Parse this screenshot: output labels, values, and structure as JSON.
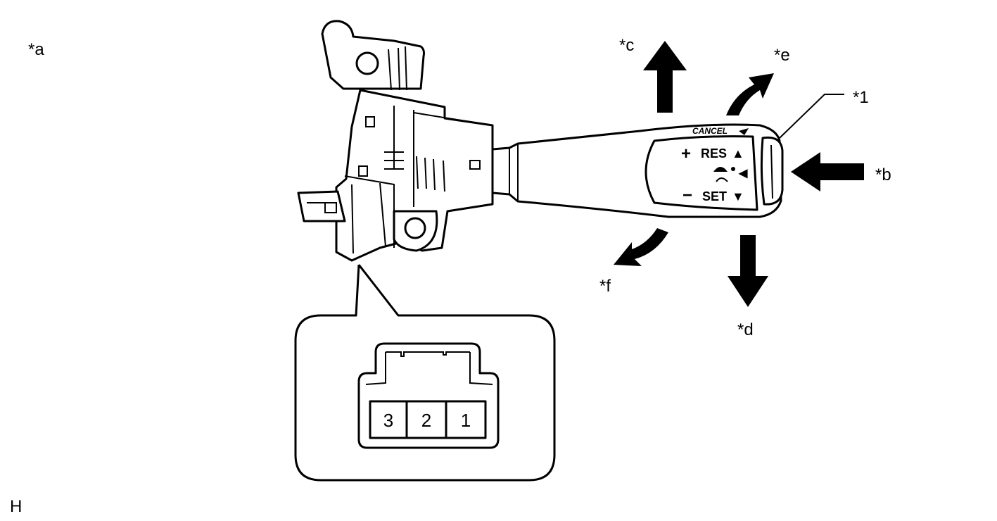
{
  "labels": {
    "a": "*a",
    "b": "*b",
    "c": "*c",
    "d": "*d",
    "e": "*e",
    "f": "*f",
    "one": "*1",
    "h": "H"
  },
  "lever": {
    "cancel": "CANCEL",
    "res": "RES",
    "set": "SET",
    "plus": "+",
    "minus": "−",
    "up": "▲",
    "down": "▼",
    "left": "◀"
  },
  "connector": {
    "pins": [
      "3",
      "2",
      "1"
    ]
  }
}
